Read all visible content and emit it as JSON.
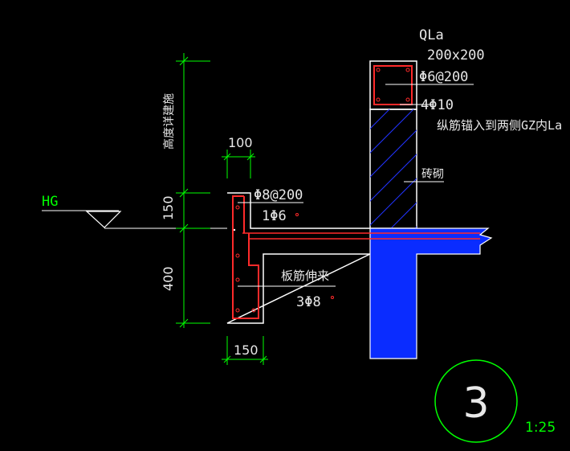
{
  "colors": {
    "background": "#000000",
    "outline": "#ffffff",
    "dimension": "#00ff00",
    "rebar": "#ff2a2a",
    "concrete_fill": "#0a2cff",
    "hatch": "#2233ff",
    "leader": "#ffffff"
  },
  "labels": {
    "ring_beam_name": "QLa",
    "ring_beam_size": "200x200",
    "ring_beam_stirrup": "Φ6@200",
    "ring_beam_main": "4Φ10",
    "anchor_note": "纵筋锚入到两侧GZ内La",
    "masonry": "砖砌",
    "hg": "HG",
    "slab_stirrup": "Φ8@200",
    "top_bar": "1Φ6",
    "slab_note": "板筋伸来",
    "bottom_bar": "3Φ8",
    "vertical_note": "高度详建施",
    "dim_100": "100",
    "dim_150_top": "150",
    "dim_400": "400",
    "dim_150_bottom": "150",
    "detail_number": "3",
    "scale": "1:25"
  }
}
